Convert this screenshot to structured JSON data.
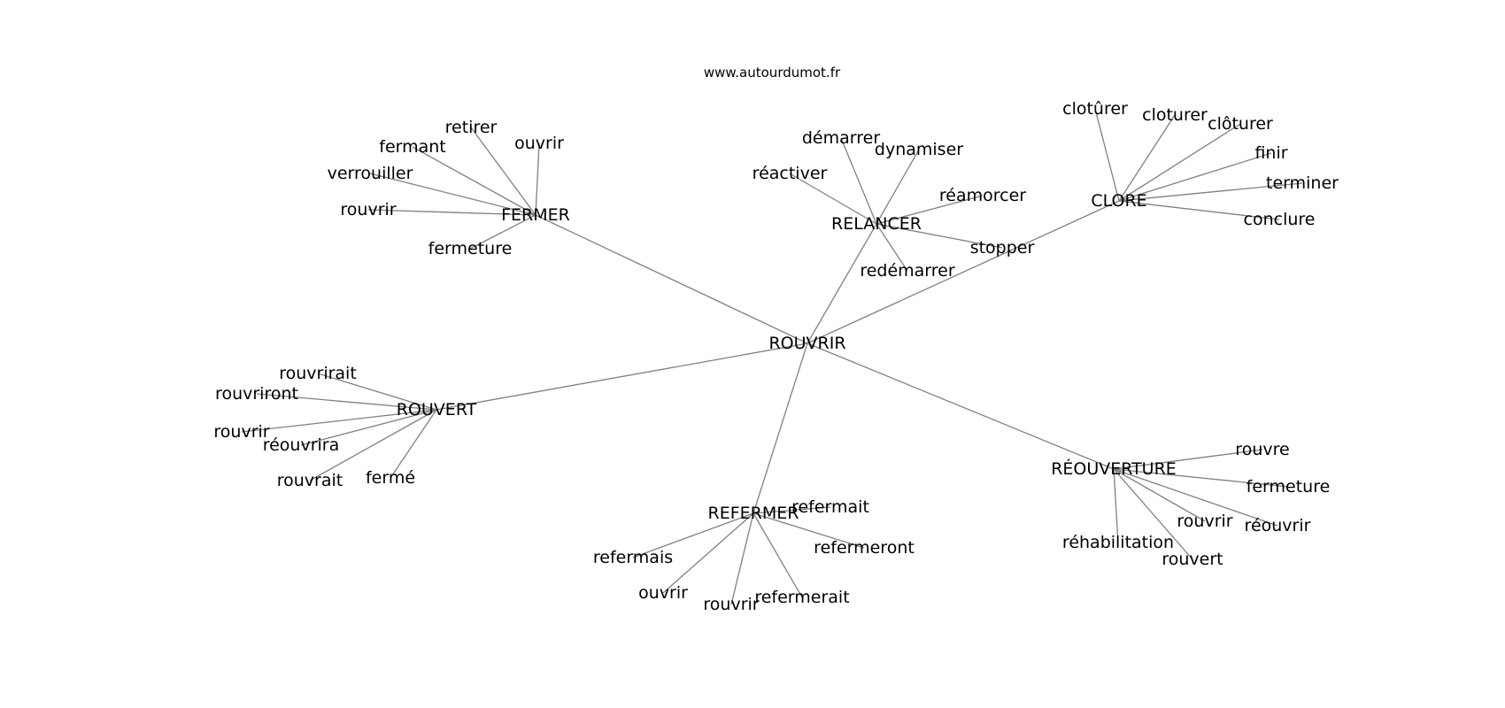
{
  "source_label": "www.autourdumot.fr",
  "colors": {
    "edge": "#808080",
    "text": "#000000",
    "background": "#ffffff"
  },
  "center": "ROUVRIR",
  "groups": [
    {
      "name": "FERMER",
      "words": [
        "retirer",
        "ouvrir",
        "fermant",
        "verrouiller",
        "rouvrir",
        "fermeture"
      ]
    },
    {
      "name": "RELANCER",
      "words": [
        "démarrer",
        "dynamiser",
        "réactiver",
        "réamorcer",
        "stopper",
        "redémarrer"
      ]
    },
    {
      "name": "CLORE",
      "words": [
        "clotûrer",
        "cloturer",
        "clôturer",
        "finir",
        "terminer",
        "conclure"
      ]
    },
    {
      "name": "ROUVERT",
      "words": [
        "rouvrirait",
        "rouvriront",
        "rouvrir",
        "réouvrira",
        "rouvrait",
        "fermé"
      ]
    },
    {
      "name": "REFERMER",
      "words": [
        "refermait",
        "refermais",
        "refermeront",
        "ouvrir",
        "rouvrir",
        "refermerait"
      ]
    },
    {
      "name": "RÉOUVERTURE",
      "words": [
        "rouvre",
        "fermeture",
        "rouvrir",
        "réouvrir",
        "réhabilitation",
        "rouvert"
      ]
    }
  ]
}
